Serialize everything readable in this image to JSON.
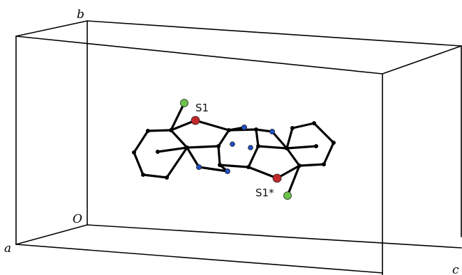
{
  "axes": {
    "b": "b",
    "o": "O",
    "a": "a",
    "c": "c"
  },
  "atoms": {
    "s1": "S1",
    "s1_sym": "S1*"
  },
  "colors": {
    "sulfur": "#c0282b",
    "nitrogen": "#1f4fc4",
    "chlorine": "#6cc24a",
    "carbon": "#000000",
    "lines": "#000000"
  }
}
